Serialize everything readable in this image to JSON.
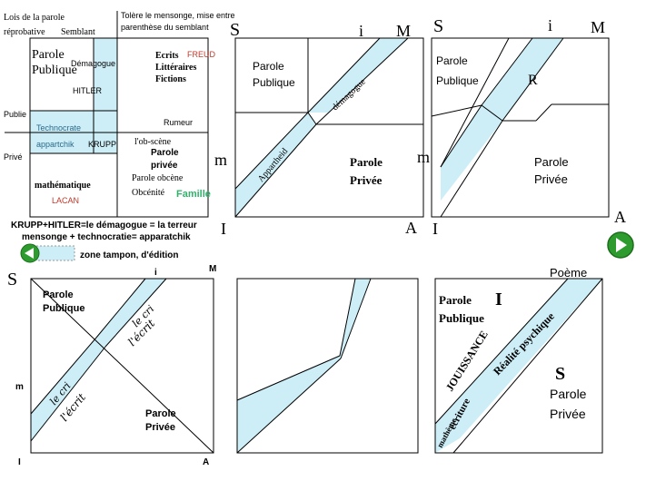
{
  "colors": {
    "band": "#cdeef7",
    "line": "#000000",
    "red": "#c0392b",
    "green": "#2fb36a",
    "blue": "#2a6a8a",
    "button": "#2e9b2e"
  },
  "panel1": {
    "top_left_label": "Lois de la parole\nréprobative",
    "semblant": "Semblant",
    "tolere": "Tolère le mensonge, mise entre\nparenthèse du semblant",
    "parole_publique": "Parole\nPublique",
    "demagogue": "Démagogue",
    "hitler": "HITLER",
    "ecrits": "Ecrits\nLittéraires\nFictions",
    "freud": "FREUD",
    "rumeur": "Rumeur",
    "publie": "Publie",
    "technocrate": "Technocrate",
    "apparatchik": "appartchik",
    "krupp": "KRUPP",
    "obscene": "l'ob-scène",
    "parole_privee": "Parole\nprivée",
    "parole_obscene": "Parole obcène",
    "obscenite": "Obcénité",
    "famille": "Famille",
    "prive": "Privé",
    "mathematique": "mathématique",
    "lacan": "LACAN"
  },
  "caption": {
    "line1": "KRUPP+HITLER=le démagogue = la terreur",
    "line2": "mensonge + technocratie= apparatchik",
    "legend": "zone tampon, d'édition"
  },
  "panel2": {
    "s": "S",
    "i": "i",
    "m_top": "M",
    "m_left": "m",
    "a": "A",
    "i_bottom": "I",
    "parole_publique": "Parole\nPublique",
    "demagogue": "démagogue",
    "apartheid": "Appartheid",
    "parole_privee": "Parole\nPrivée"
  },
  "panel3": {
    "s": "S",
    "i": "i",
    "m_top": "M",
    "m_left": "m",
    "a": "A",
    "i_bottom": "I",
    "parole_publique": "Parole\nPublique",
    "r": "R",
    "parole_privee": "Parole\nPrivée"
  },
  "panel4": {
    "s": "S",
    "i": "i",
    "m_top": "M",
    "m_left": "m",
    "i_bottom": "I",
    "a": "A",
    "parole_publique": "Parole\nPublique",
    "parole_privee": "Parole\nPrivée",
    "le_cri_top": "le cri",
    "ecrit_top": "l'écrit",
    "le_cri_bottom": "le cri",
    "ecrit_bottom": "l'écrit"
  },
  "panel6": {
    "poeme": "Poème",
    "big_i": "I",
    "parole_publique": "Parole\nPublique",
    "jouissance": "JOUISSANCE",
    "realite": "Réalité psychique",
    "ecriture": "écriture",
    "matheme": "mathème",
    "big_s": "S",
    "parole_privee": "Parole\nPrivée"
  },
  "nav": {
    "next_icon": "play-arrow-icon",
    "prev_icon": "rewind-arrow-icon"
  }
}
